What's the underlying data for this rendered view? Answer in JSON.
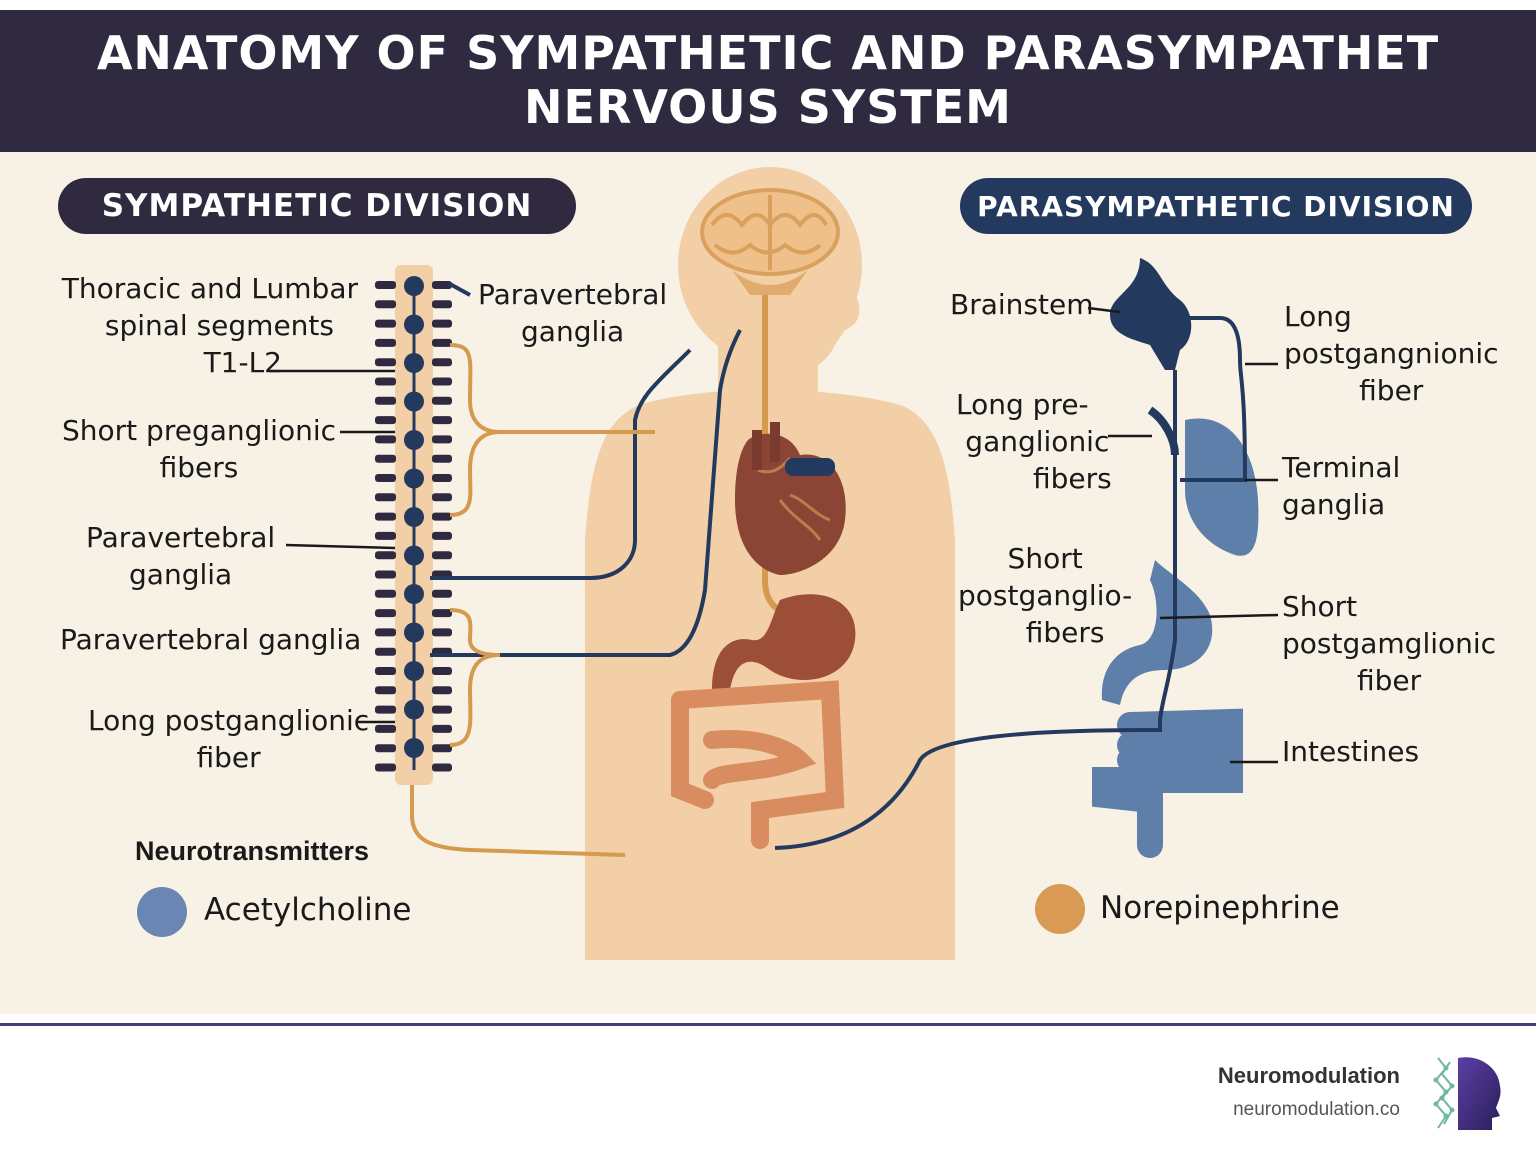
{
  "title": {
    "line1": "ANATOMY OF SYMPATHETIC AND PARASYMPATHET",
    "line2": "NERVOUS SYSTEM"
  },
  "sympathetic": {
    "heading": "SYMPATHETIC DIVISION",
    "labels": {
      "segments_1": "Thoracic and Lumbar",
      "segments_2": "spinal segments",
      "segments_3": "T1-L2",
      "parav_top_1": "Paravertebral",
      "parav_top_2": "ganglia",
      "short_pre_1": "Short preganglionic",
      "short_pre_2": "fibers",
      "parav_mid_1": "Paravertebral",
      "parav_mid_2": "ganglia",
      "parav_low": "Paravertebral ganglia",
      "long_post_1": "Long postganglionic",
      "long_post_2": "fiber"
    }
  },
  "parasympathetic": {
    "heading": "PARASYMPATHETIC DIVISION",
    "labels": {
      "brainstem": "Brainstem",
      "long_pre_1": "Long pre-",
      "long_pre_2": "ganglionic",
      "long_pre_3": "fibers",
      "short_post_l_1": "Short",
      "short_post_l_2": "postganglio-",
      "short_post_l_3": "fibers",
      "long_post_r_1": "Long",
      "long_post_r_2": "postgangnionic",
      "long_post_r_3": "fiber",
      "terminal_1": "Terminal",
      "terminal_2": "ganglia",
      "short_post_r_1": "Short",
      "short_post_r_2": "postgamglionic",
      "short_post_r_3": "fiber",
      "intestines": "Intestines"
    }
  },
  "legend": {
    "title": "Neurotransmitters",
    "items": [
      {
        "label": "Acetylcholine",
        "color": "#6a87b3"
      },
      {
        "label": "Norepinephrine",
        "color": "#d89a55"
      }
    ]
  },
  "colors": {
    "title_bar": "#2f2a40",
    "panel": "#f8f1e6",
    "body": "#f2cfa6",
    "spine": "#f3cfa8",
    "navy": "#233a5e",
    "orange_nerve": "#d49a4d",
    "organ_red": "#8a4535",
    "organ_blue": "#5f7fab"
  },
  "footer": {
    "brand": "Neuromodulation",
    "url": "neuromodulation.co"
  }
}
